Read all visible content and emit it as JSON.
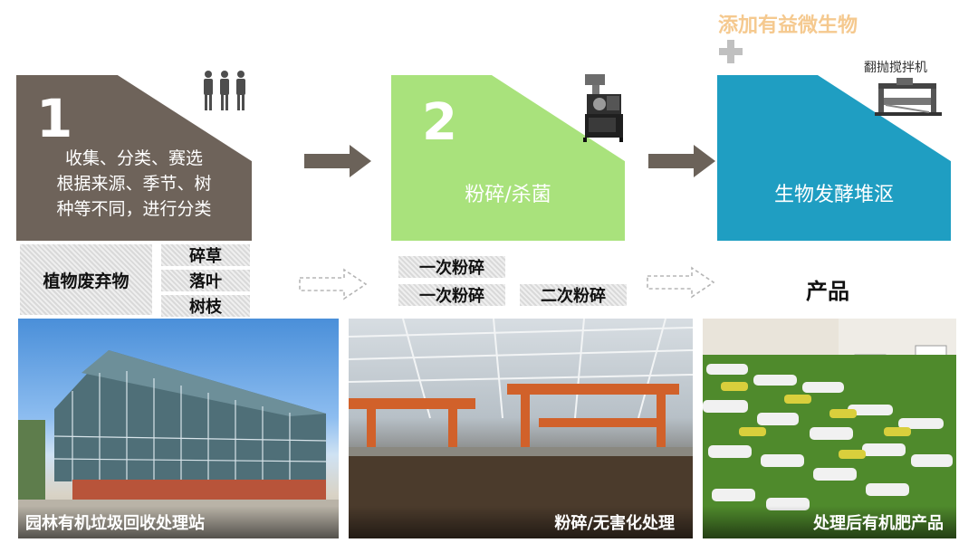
{
  "step1": {
    "number": "1",
    "lines": [
      "收集、分类、赛选",
      "根据来源、季节、树",
      "种等不同，进行分类"
    ],
    "category": "植物废弃物",
    "items": [
      "碎草",
      "落叶",
      "树枝"
    ]
  },
  "step2": {
    "number": "2",
    "title": "粉碎/杀菌",
    "tags": [
      "一次粉碎",
      "一次粉碎",
      "二次粉碎"
    ]
  },
  "step3": {
    "title": "生物发酵堆沤",
    "additive": "添加有益微生物",
    "machine_label": "翻抛搅拌机",
    "result": "产品"
  },
  "photos": [
    {
      "caption": "园林有机垃圾回收处理站"
    },
    {
      "caption": "粉碎/无害化处理"
    },
    {
      "caption": "处理后有机肥产品"
    }
  ],
  "colors": {
    "step1": "#6e635a",
    "step2": "#a9e27c",
    "step3": "#1f9ec2",
    "arrow": "#6b6259",
    "additive": "#f5c98f"
  }
}
